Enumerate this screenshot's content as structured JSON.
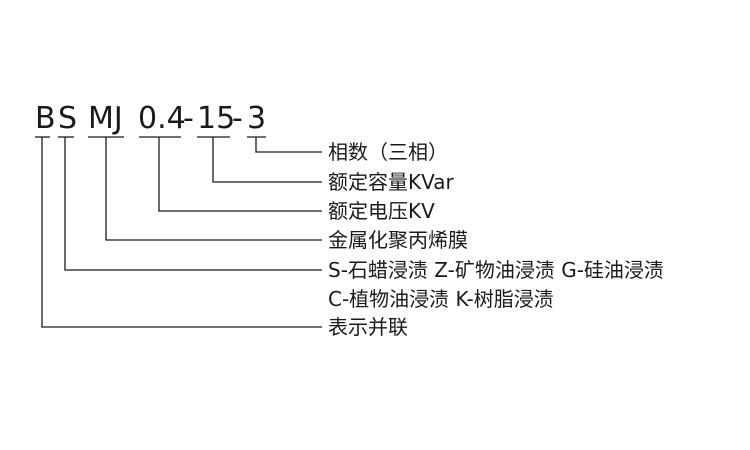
{
  "code": {
    "b": "B",
    "s": "S",
    "mj": "MJ",
    "voltage": "0.4",
    "dash1": "-",
    "capacity": "15",
    "dash2": "-",
    "phase": "3"
  },
  "labels": {
    "phase": "相数（三相）",
    "capacity": "额定容量KVar",
    "voltage": "额定电压KV",
    "dielectric": "金属化聚丙烯膜",
    "impregnant_line1": "S-石蜡浸渍  Z-矿物油浸渍  G-硅油浸渍",
    "impregnant_line2": "C-植物油浸渍  K-树脂浸渍",
    "type": "表示并联"
  }
}
